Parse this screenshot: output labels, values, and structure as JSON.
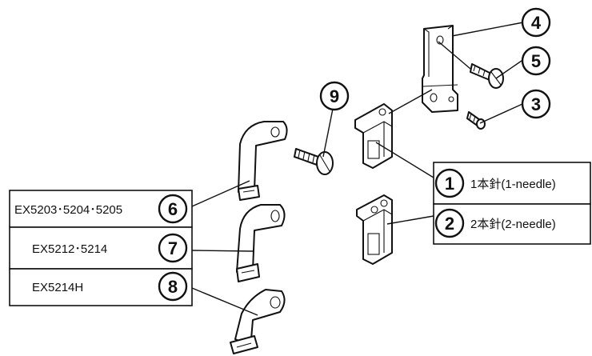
{
  "callouts": {
    "c1": {
      "number": "1",
      "label": "1本針(1-needle)"
    },
    "c2": {
      "number": "2",
      "label": "2本針(2-needle)"
    },
    "c3": {
      "number": "3"
    },
    "c4": {
      "number": "4"
    },
    "c5": {
      "number": "5"
    },
    "c6": {
      "number": "6",
      "label": "EX5203･5204･5205"
    },
    "c7": {
      "number": "7",
      "label": "EX5212･5214"
    },
    "c8": {
      "number": "8",
      "label": "EX5214H"
    },
    "c9": {
      "number": "9"
    }
  },
  "colors": {
    "ink": "#111111",
    "paper": "#ffffff"
  }
}
